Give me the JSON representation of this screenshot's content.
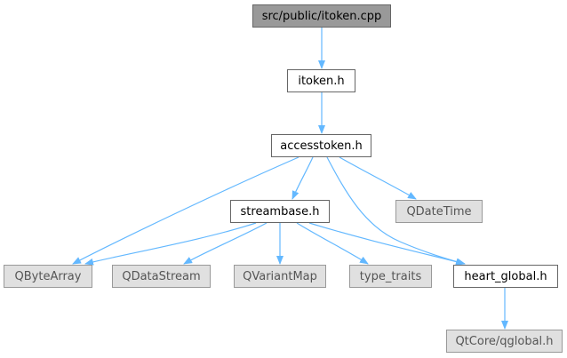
{
  "diagram": {
    "kind": "include-dependency-graph",
    "colors": {
      "edge": "#63b8ff",
      "root_fill": "#999999",
      "local_fill": "#ffffff",
      "system_fill": "#e0e0e0"
    },
    "nodes": [
      {
        "id": "root",
        "label": "src/public/itoken.cpp",
        "style": "root"
      },
      {
        "id": "itoken",
        "label": "itoken.h",
        "style": "local"
      },
      {
        "id": "access",
        "label": "accesstoken.h",
        "style": "local"
      },
      {
        "id": "stream",
        "label": "streambase.h",
        "style": "local"
      },
      {
        "id": "qdatetime",
        "label": "QDateTime",
        "style": "system"
      },
      {
        "id": "qbytearray",
        "label": "QByteArray",
        "style": "system"
      },
      {
        "id": "qdatastream",
        "label": "QDataStream",
        "style": "system"
      },
      {
        "id": "qvariantmap",
        "label": "QVariantMap",
        "style": "system"
      },
      {
        "id": "typetraits",
        "label": "type_traits",
        "style": "system"
      },
      {
        "id": "heart",
        "label": "heart_global.h",
        "style": "local"
      },
      {
        "id": "qglobal",
        "label": "QtCore/qglobal.h",
        "style": "system"
      }
    ],
    "edges": [
      {
        "from": "root",
        "to": "itoken"
      },
      {
        "from": "itoken",
        "to": "access"
      },
      {
        "from": "access",
        "to": "qbytearray"
      },
      {
        "from": "access",
        "to": "stream"
      },
      {
        "from": "access",
        "to": "qdatetime"
      },
      {
        "from": "access",
        "to": "heart"
      },
      {
        "from": "stream",
        "to": "qbytearray"
      },
      {
        "from": "stream",
        "to": "qdatastream"
      },
      {
        "from": "stream",
        "to": "qvariantmap"
      },
      {
        "from": "stream",
        "to": "typetraits"
      },
      {
        "from": "stream",
        "to": "heart"
      },
      {
        "from": "heart",
        "to": "qglobal"
      }
    ]
  }
}
